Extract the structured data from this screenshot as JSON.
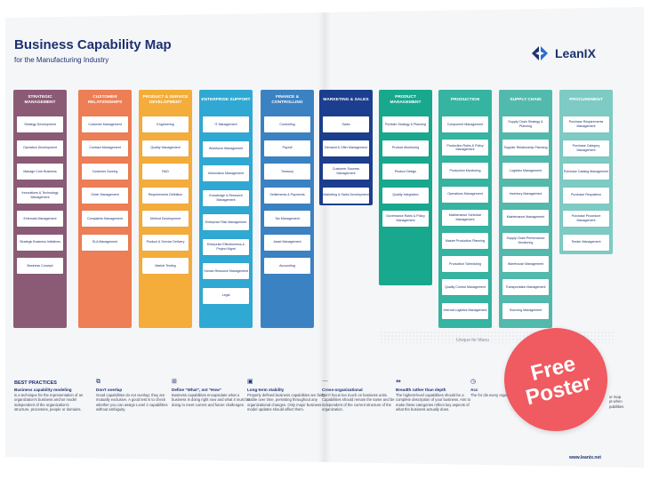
{
  "header": {
    "title": "Business Capability Map",
    "subtitle": "for the Manufacturing Industry",
    "logo": "LeanIX"
  },
  "columns": [
    {
      "title": "STRATEGIC MANAGEMENT",
      "color": "#8b5b76",
      "items": [
        "Strategy Development",
        "Operation Development",
        "Manage Core Business",
        "Innovations & Technology Management",
        "Externals Management",
        "Strategic Business Initiatives",
        "Business Concept"
      ]
    },
    {
      "title": "CUSTOMER RELATIONSHIPS",
      "color": "#ee7e55",
      "items": [
        "Customer Management",
        "Contract Management",
        "Customer Scoring",
        "Order Management",
        "Complaints Management",
        "SLA Management"
      ]
    },
    {
      "title": "PRODUCT & SERVICE DEVELOPMENT",
      "color": "#f4ad3b",
      "items": [
        "Engineering",
        "Quality Management",
        "R&D",
        "Requirements Definition",
        "Method Development",
        "Product & Service Delivery",
        "Market Testing"
      ]
    },
    {
      "title": "ENTERPRISE SUPPORT",
      "color": "#2fa9d3",
      "items": [
        "IT Management",
        "Workforce Management",
        "Information Management",
        "Knowledge & Research Management",
        "Enterprise Risk Management",
        "Enterprise Effectiveness & Project Mgmt",
        "Human Resource Management",
        "Legal"
      ]
    },
    {
      "title": "FINANCE & CONTROLLING",
      "color": "#3b82c3",
      "items": [
        "Controlling",
        "Payroll",
        "Treasury",
        "Settlements & Payments",
        "Tax Management",
        "Asset Management",
        "Accounting"
      ]
    },
    {
      "title": "MARKETING & SALES",
      "color": "#1c3e8e",
      "items": [
        "Sales",
        "Demand & Offer Management",
        "Customer Success Management",
        "Marketing & Sales Development"
      ]
    },
    {
      "title": "PRODUCT MANAGEMENT",
      "color": "#18a88e",
      "items": [
        "Portfolio Strategy & Planning",
        "Product Monitoring",
        "Product Design",
        "Quality Integration",
        "Governance Roles & Policy Management"
      ]
    },
    {
      "title": "PRODUCTION",
      "color": "#35b4a1",
      "items": [
        "Component Management",
        "Production Roles & Policy Management",
        "Production Monitoring",
        "Operations Management",
        "Maintenance Schedule Management",
        "Master Production Planning",
        "Production Scheduling",
        "Quality Control Management",
        "Internal Logistics Management"
      ]
    },
    {
      "title": "SUPPLY CHAIN",
      "color": "#52baad",
      "items": [
        "Supply Chain Strategy & Planning",
        "Supplier Relationship Planning",
        "Logistics Management",
        "Inventory Management",
        "Maintenance Management",
        "Supply Chain Performance Monitoring",
        "Warehouse Management",
        "Transportation Management",
        "Sourcing Management"
      ]
    },
    {
      "title": "PROCUREMENT",
      "color": "#7dcbc4",
      "items": [
        "Purchase Requirements Management",
        "Purchase Category Management",
        "Purchase Catalog Management",
        "Purchase Requisition",
        "Purchase Procedure Management",
        "Tender Management"
      ]
    }
  ],
  "unique_label": "Unique for Manu",
  "best_practices": {
    "title": "BEST PRACTICES",
    "intro_head": "Business capability modeling",
    "intro_body": "is a technique for the representation of an organization's business anchor model independent of the organization's structure, processes, people or domains.",
    "tips": [
      {
        "icon": "copy-icon",
        "glyph": "⧉",
        "head": "Don't overlap",
        "body": "Good capabilities do not overlap; they are mutually exclusive. A good test is to check whether you can assign Level 2 capabilities without ambiguity."
      },
      {
        "icon": "grid-icon",
        "glyph": "⊞",
        "head": "Define \"What\", not \"How\"",
        "body": "Business capabilities encapsulate what a business is doing right now and what it must be doing to meet current and future challenges."
      },
      {
        "icon": "calendar-icon",
        "glyph": "▣",
        "head": "Long-term stability",
        "body": "Properly defined business capabilities are fairly stable over time, persisting throughout any organizational changes. Only major business model updates should affect them."
      },
      {
        "icon": "org-icon",
        "glyph": "⋯",
        "head": "Cross-organizational",
        "body": "Don't focus too much on business units. Capabilities should remain the same and be independent of the current structure of the organization."
      },
      {
        "icon": "breadth-icon",
        "glyph": "⇹",
        "head": "Breadth rather than depth",
        "body": "The highest-level capabilities should be a complete description of your business. Aim to make these categories reflect key aspects of what the business actually does."
      },
      {
        "icon": "clock-icon",
        "glyph": "◷",
        "head": "Acc",
        "body": "The for dis every organiza"
      }
    ],
    "extra_lines": [
      "ur map.",
      "pt when",
      "pabilities"
    ]
  },
  "footer_url": "www.leanix.net",
  "badge": {
    "line1": "Free",
    "line2": "Poster"
  }
}
